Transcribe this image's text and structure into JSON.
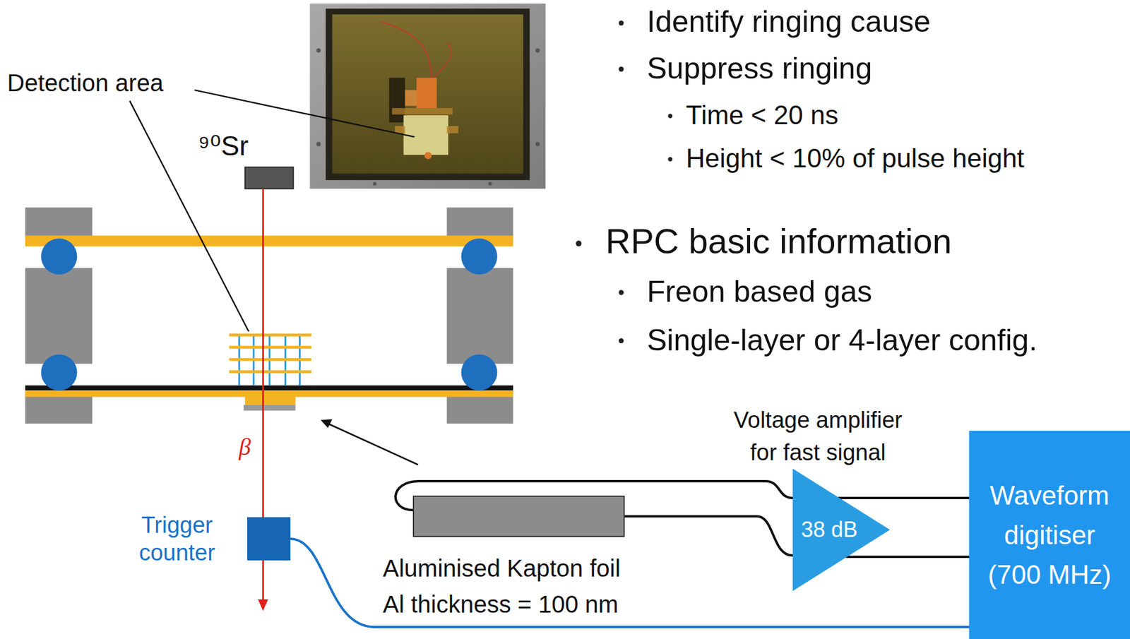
{
  "diagram": {
    "nodes": [
      {
        "text": [
          "Trigger counter"
        ]
      },
      {
        "text": [
          "Aluminised Kapton foil Al thickness = 100 nm"
        ]
      },
      {
        "text": [
          "Voltage amplifier for fast signal",
          "38 dB"
        ]
      },
      {
        "text": [
          "Waveform digitiser (700 MHz)"
        ]
      }
    ],
    "edges": [
      {
        "from": 1,
        "to": 2,
        "arrow": "none"
      },
      {
        "from": 1,
        "to": 2,
        "arrow": "none"
      },
      {
        "from": 2,
        "to": 3,
        "arrow": "none"
      },
      {
        "from": 2,
        "to": 3,
        "arrow": "none"
      },
      {
        "from": 0,
        "to": 3,
        "arrow": "none"
      }
    ],
    "labels": [
      "Detection area",
      "⁹⁰Sr",
      "β",
      "Identify ringing cause",
      "Suppress ringing",
      "Time < 20 ns",
      "Height < 10% of pulse height",
      "RPC basic information",
      "Freon based gas",
      "Single-layer or 4-layer config."
    ]
  }
}
